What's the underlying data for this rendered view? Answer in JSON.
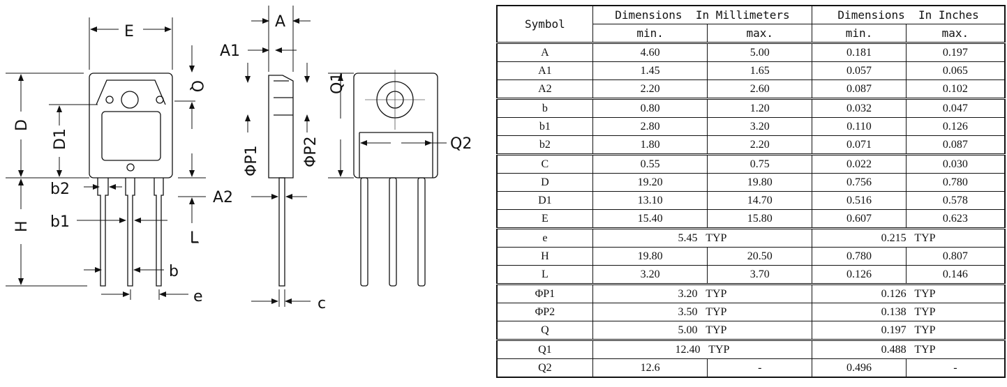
{
  "drawing": {
    "labels": {
      "E": "E",
      "A": "A",
      "A1": "A1",
      "Q": "Q",
      "Q1": "Q1",
      "Q2": "Q2",
      "D": "D",
      "D1": "D1",
      "H": "H",
      "L": "L",
      "P1": "ΦP1",
      "P2": "ΦP2",
      "A2": "A2",
      "b2": "b2",
      "b1": "b1",
      "b": "b",
      "e": "e",
      "c": "c"
    }
  },
  "table": {
    "symbol_header": "Symbol",
    "mm_header": "Dimensions  In Millimeters",
    "in_header": "Dimensions  In Inches",
    "min": "min.",
    "max": "max.",
    "rows": [
      {
        "sym": "A",
        "mm_min": "4.60",
        "mm_max": "5.00",
        "in_min": "0.181",
        "in_max": "0.197"
      },
      {
        "sym": "A1",
        "mm_min": "1.45",
        "mm_max": "1.65",
        "in_min": "0.057",
        "in_max": "0.065"
      },
      {
        "sym": "A2",
        "mm_min": "2.20",
        "mm_max": "2.60",
        "in_min": "0.087",
        "in_max": "0.102"
      },
      {
        "sym": "b",
        "mm_min": "0.80",
        "mm_max": "1.20",
        "in_min": "0.032",
        "in_max": "0.047"
      },
      {
        "sym": "b1",
        "mm_min": "2.80",
        "mm_max": "3.20",
        "in_min": "0.110",
        "in_max": "0.126"
      },
      {
        "sym": "b2",
        "mm_min": "1.80",
        "mm_max": "2.20",
        "in_min": "0.071",
        "in_max": "0.087"
      },
      {
        "sym": "C",
        "mm_min": "0.55",
        "mm_max": "0.75",
        "in_min": "0.022",
        "in_max": "0.030"
      },
      {
        "sym": "D",
        "mm_min": "19.20",
        "mm_max": "19.80",
        "in_min": "0.756",
        "in_max": "0.780"
      },
      {
        "sym": "D1",
        "mm_min": "13.10",
        "mm_max": "14.70",
        "in_min": "0.516",
        "in_max": "0.578"
      },
      {
        "sym": "E",
        "mm_min": "15.40",
        "mm_max": "15.80",
        "in_min": "0.607",
        "in_max": "0.623"
      },
      {
        "sym": "e",
        "mm_typ": "5.45   TYP",
        "in_typ": "0.215   TYP"
      },
      {
        "sym": "H",
        "mm_min": "19.80",
        "mm_max": "20.50",
        "in_min": "0.780",
        "in_max": "0.807"
      },
      {
        "sym": "L",
        "mm_min": "3.20",
        "mm_max": "3.70",
        "in_min": "0.126",
        "in_max": "0.146"
      },
      {
        "sym": "ΦP1",
        "mm_typ": "3.20   TYP",
        "in_typ": "0.126   TYP"
      },
      {
        "sym": "ΦP2",
        "mm_typ": "3.50   TYP",
        "in_typ": "0.138   TYP"
      },
      {
        "sym": "Q",
        "mm_typ": "5.00   TYP",
        "in_typ": "0.197   TYP"
      },
      {
        "sym": "Q1",
        "mm_typ": "12.40   TYP",
        "in_typ": "0.488   TYP"
      },
      {
        "sym": "Q2",
        "mm_min": "12.6",
        "mm_max": "-",
        "in_min": "0.496",
        "in_max": "-"
      }
    ]
  }
}
